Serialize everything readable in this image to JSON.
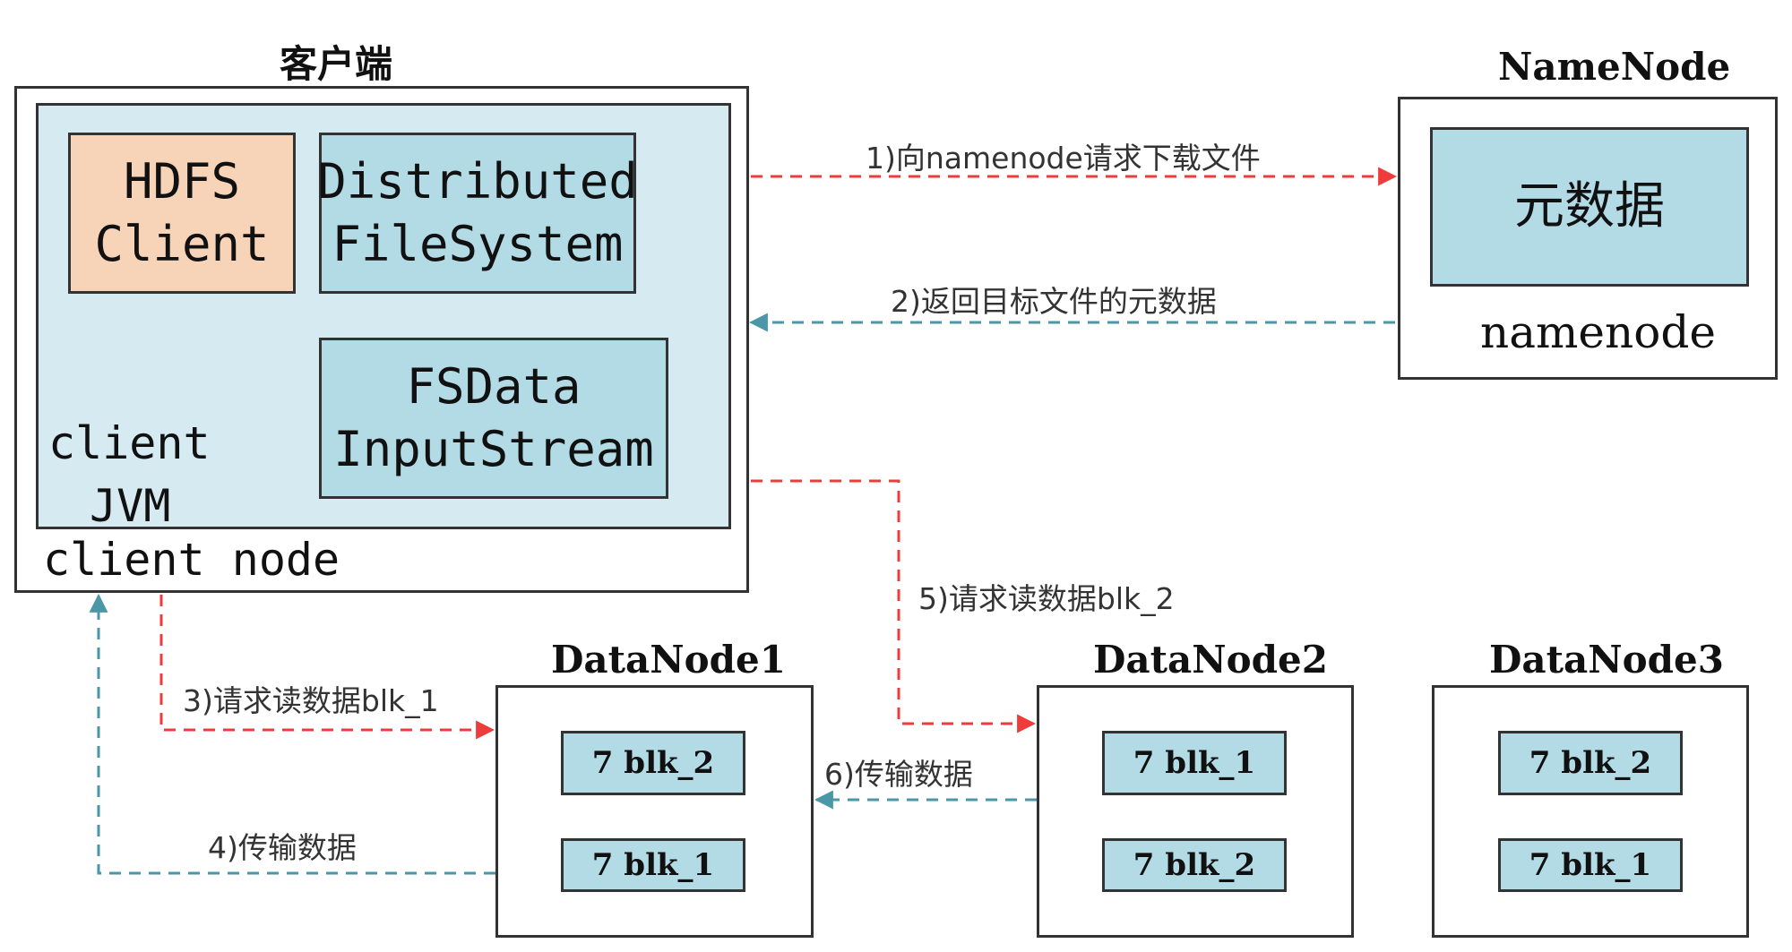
{
  "client": {
    "title": "客户端",
    "hdfs_client": [
      "HDFS",
      "Client"
    ],
    "distributed_fs": [
      "Distributed",
      "FileSystem"
    ],
    "fsdata_stream": [
      "FSData",
      "InputStream"
    ],
    "jvm_label": [
      "client",
      "JVM"
    ],
    "node_label": "client node"
  },
  "namenode": {
    "title": "NameNode",
    "metadata": "元数据",
    "label": "namenode"
  },
  "datanodes": [
    {
      "title": "DataNode1",
      "blocks": [
        "7 blk_2",
        "7 blk_1"
      ]
    },
    {
      "title": "DataNode2",
      "blocks": [
        "7 blk_1",
        "7 blk_2"
      ]
    },
    {
      "title": "DataNode3",
      "blocks": [
        "7 blk_2",
        "7 blk_1"
      ]
    }
  ],
  "arrows": {
    "a1": "1)向namenode请求下载文件",
    "a2": "2)返回目标文件的元数据",
    "a3": "3)请求读数据blk_1",
    "a4": "4)传输数据",
    "a5": "5)请求读数据blk_2",
    "a6": "6)传输数据"
  },
  "colors": {
    "request": "#ee3b3b",
    "response": "#4a97a8"
  }
}
